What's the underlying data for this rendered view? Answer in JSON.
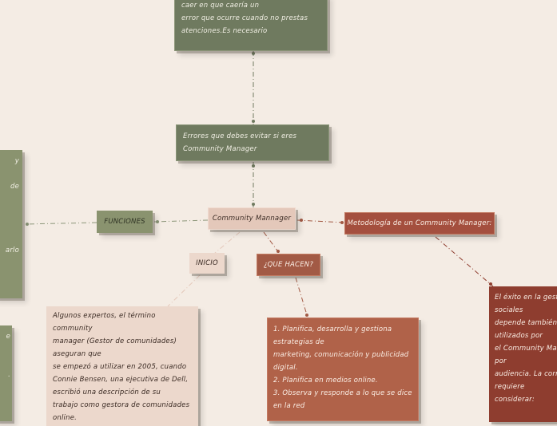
{
  "nodes": {
    "top": {
      "text": "caer en que caería un\nerror que ocurre cuando no prestas\natenciones.Es necesario"
    },
    "errores": {
      "text": "Errores que debes evitar si eres\nCommunity Manager"
    },
    "central": {
      "text": "Community Mannager"
    },
    "funciones": {
      "text": "FUNCIONES"
    },
    "inicio": {
      "text": "INICIO"
    },
    "que_hacen": {
      "text": "¿QUE HACEN?"
    },
    "metodologia": {
      "text": "Metodología de un Community Manager:"
    },
    "left_upper": {
      "text": "y\n\nde\n\n\n\n\narlo"
    },
    "left_lower": {
      "text": "e\n\n\n."
    },
    "inicio_detail": {
      "text": "Algunos expertos, el término community\nmanager (Gestor de comunidades)\naseguran que\nse empezó a utilizar en 2005, cuando\nConnie Bensen, una ejecutiva de Dell,\nescribió una descripción de su\ntrabajo como gestora de comunidades\nonline."
    },
    "que_hacen_detail": {
      "text": "1. Planifica, desarrolla y gestiona\nestrategias de\nmarketing, comunicación y publicidad\ndigital.\n2. Planifica en medios online.\n3. Observa y responde a lo que se dice\nen la red"
    },
    "metodologia_detail": {
      "text": "El éxito en la gest\nsociales\ndepende también d\nutilizados por\nel Community Man\npor\naudiencia. La corre\nrequiere\nconsiderar:"
    }
  },
  "colors": {
    "green": "#6f7a5f",
    "rust": "#a25a45",
    "rust_dark": "#8e3d2f",
    "pink": "#e4c8ba",
    "background": "#f4ece4"
  }
}
